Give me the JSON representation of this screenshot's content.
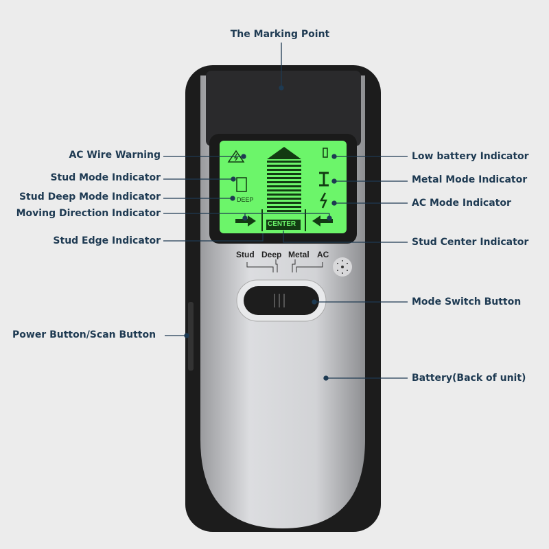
{
  "callouts": {
    "top": "The Marking Point",
    "left": [
      "AC Wire Warning",
      "Stud Mode Indicator",
      "Stud Deep Mode Indicator",
      "Moving Direction Indicator",
      "Stud Edge Indicator",
      "Power Button/Scan Button"
    ],
    "right": [
      "Low battery Indicator",
      "Metal Mode Indicator",
      "AC Mode Indicator",
      "Stud Center Indicator",
      "Mode Switch Button",
      "Battery(Back of unit)"
    ]
  },
  "device": {
    "lcd_deep": "DEEP",
    "lcd_center": "CENTER",
    "modes": [
      "Stud",
      "Deep",
      "Metal",
      "AC"
    ]
  },
  "colors": {
    "label": "#1e3a52",
    "lcd": "#6cf56a",
    "body": "#1c1c1c",
    "face": "#c9cacc"
  }
}
